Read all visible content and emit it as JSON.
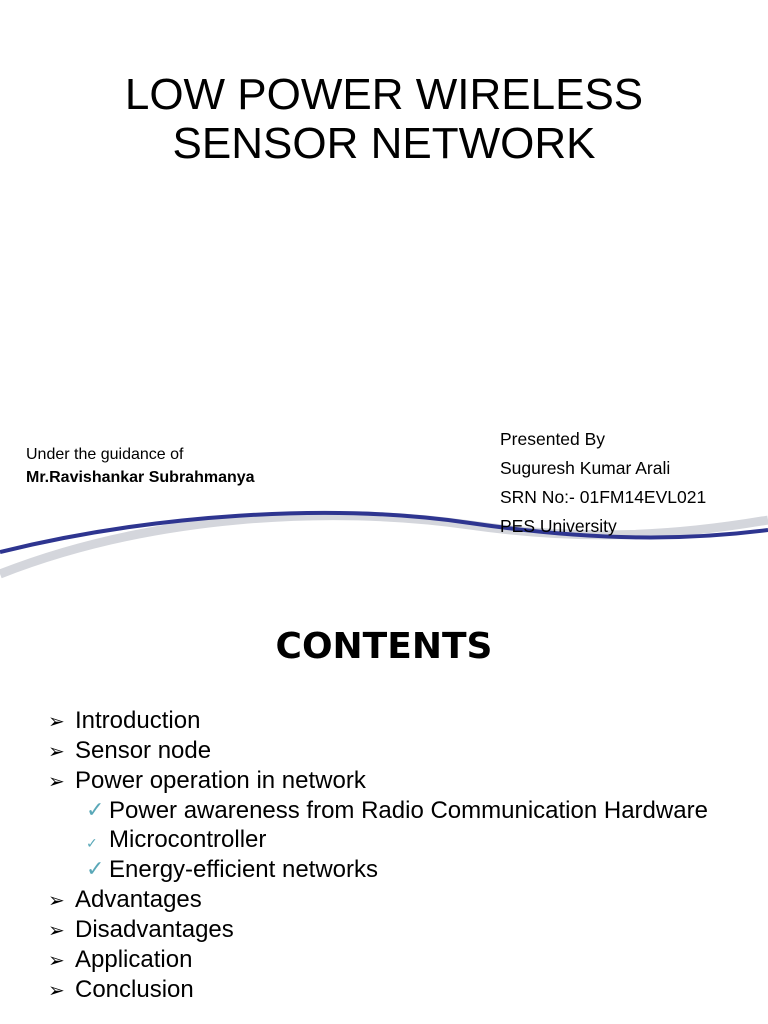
{
  "slide1": {
    "title_line1": "LOW POWER WIRELESS",
    "title_line2": "SENSOR NETWORK",
    "guidance_label": "Under the guidance of",
    "guide_name": "Mr.Ravishankar Subrahmanya",
    "presented_by": "Presented By",
    "presenter_name": "Suguresh Kumar Arali",
    "srn": "SRN No:- 01FM14EVL021",
    "university": "PES University",
    "colors": {
      "swoosh": "#2e3590",
      "swoosh_shadow": "#d4d6dc"
    }
  },
  "slide2": {
    "title": "CONTENTS",
    "items": [
      {
        "label": "Introduction"
      },
      {
        "label": "Sensor node"
      },
      {
        "label": "Power operation in network"
      },
      {
        "label": "Power awareness from Radio Communication Hardware"
      },
      {
        "label": "Microcontroller"
      },
      {
        "label": "Energy-efficient networks"
      },
      {
        "label": "Advantages"
      },
      {
        "label": "Disadvantages"
      },
      {
        "label": "Application"
      },
      {
        "label": "Conclusion"
      }
    ],
    "bullet_icon": "arrow-bullet-icon",
    "sub_bullet_icon": "checkmark-icon",
    "colors": {
      "checkmark": "#5aa8b8"
    }
  }
}
